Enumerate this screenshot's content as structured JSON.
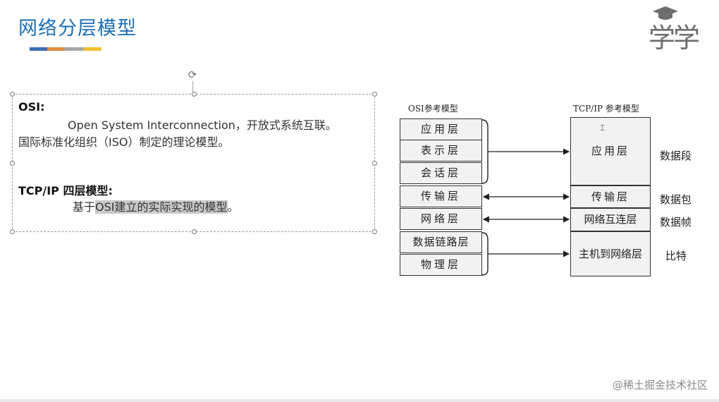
{
  "slide": {
    "title": "网络分层模型",
    "underline_colors": [
      "#3d6db5",
      "#e08a3c",
      "#a6a6a6",
      "#f0c030"
    ]
  },
  "logo": {
    "text": "学学",
    "cap_icon": "graduation-cap-icon"
  },
  "textbox": {
    "osi_heading": "OSI:",
    "osi_line1": "Open System Interconnection，开放式系统互联。",
    "osi_line2": "国际标准化组织（ISO）制定的理论模型。",
    "tcp_heading": "TCP/IP 四层模型:",
    "tcp_line_prefix": "基于",
    "tcp_line_highlight": "OSI建立的实际实现的模型",
    "tcp_line_suffix": "。"
  },
  "diagram": {
    "osi_header": "OSI参考模型",
    "tcp_header": "TCP/IP 参考模型",
    "osi_layers": [
      "应用层",
      "表示层",
      "会话层",
      "传输层",
      "网络层",
      "数据链路层",
      "物理层"
    ],
    "tcp_layers": [
      "应用层",
      "传输层",
      "网络互连层",
      "主机到网络层"
    ],
    "units": [
      "数据段",
      "数据包",
      "数据帧",
      "比特"
    ]
  },
  "watermark": "@稀土掘金技术社区"
}
